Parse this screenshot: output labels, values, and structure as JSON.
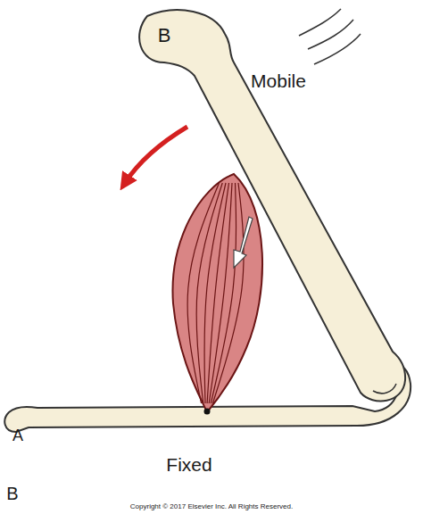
{
  "diagram": {
    "labels": [
      "B",
      "Mobile",
      "A",
      "Fixed",
      "B",
      "Copyright © 2017 Elsevier Inc. All Rights Reserved."
    ]
  }
}
